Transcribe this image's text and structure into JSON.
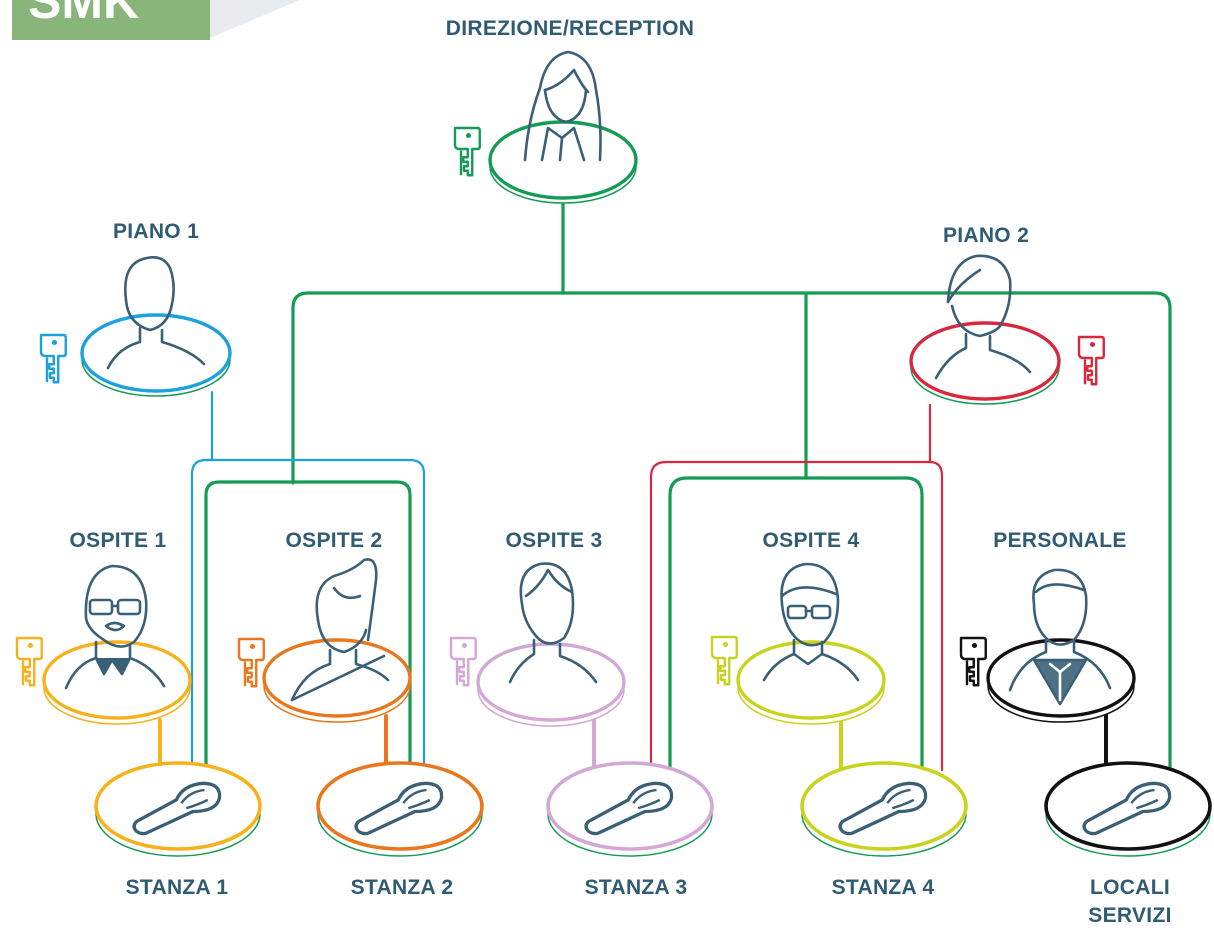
{
  "badge": {
    "text": "SMK"
  },
  "colors": {
    "reception": "#169b55",
    "piano1": "#1ba1dd",
    "piano2": "#d7283d",
    "ospite1": "#f6b11d",
    "ospite2": "#e8771d",
    "ospite3": "#d3a7d6",
    "ospite4": "#c8d31f",
    "personale": "#111111",
    "label": "#2f5b73",
    "avatar_stroke": "#3a6077"
  },
  "nodes": {
    "reception": {
      "label": "DIREZIONE/RECEPTION"
    },
    "piano1": {
      "label": "PIANO 1"
    },
    "piano2": {
      "label": "PIANO  2"
    },
    "ospite1": {
      "label": "OSPITE 1"
    },
    "ospite2": {
      "label": "OSPITE 2"
    },
    "ospite3": {
      "label": "OSPITE 3"
    },
    "ospite4": {
      "label": "OSPITE 4"
    },
    "personale": {
      "label": "PERSONALE"
    }
  },
  "doors": {
    "stanza1": {
      "label": "STANZA 1"
    },
    "stanza2": {
      "label": "STANZA 2"
    },
    "stanza3": {
      "label": "STANZA 3"
    },
    "stanza4": {
      "label": "STANZA 4"
    },
    "locali": {
      "label_line1": "LOCALI",
      "label_line2": "SERVIZI"
    }
  },
  "icons": {
    "user": "person-icon",
    "key": "key-icon",
    "door": "door-handle-icon"
  }
}
